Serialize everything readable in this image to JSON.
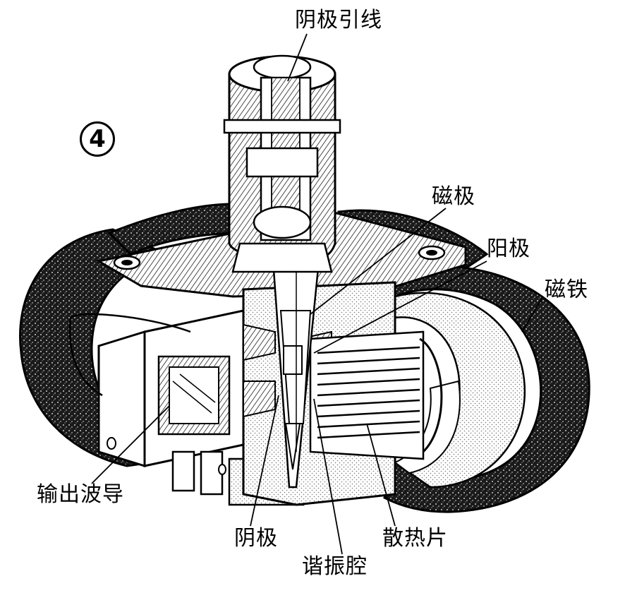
{
  "figure_number": "4",
  "labels": {
    "cathode_lead": "阴极引线",
    "pole_piece": "磁极",
    "anode": "阳极",
    "magnet": "磁铁",
    "output_waveguide": "输出波导",
    "cathode": "阴极",
    "heat_sink": "散热片",
    "resonant_cavity": "谐振腔"
  },
  "colors": {
    "ink": "#000000",
    "paper": "#ffffff",
    "stipple": "#c8c8c8"
  }
}
